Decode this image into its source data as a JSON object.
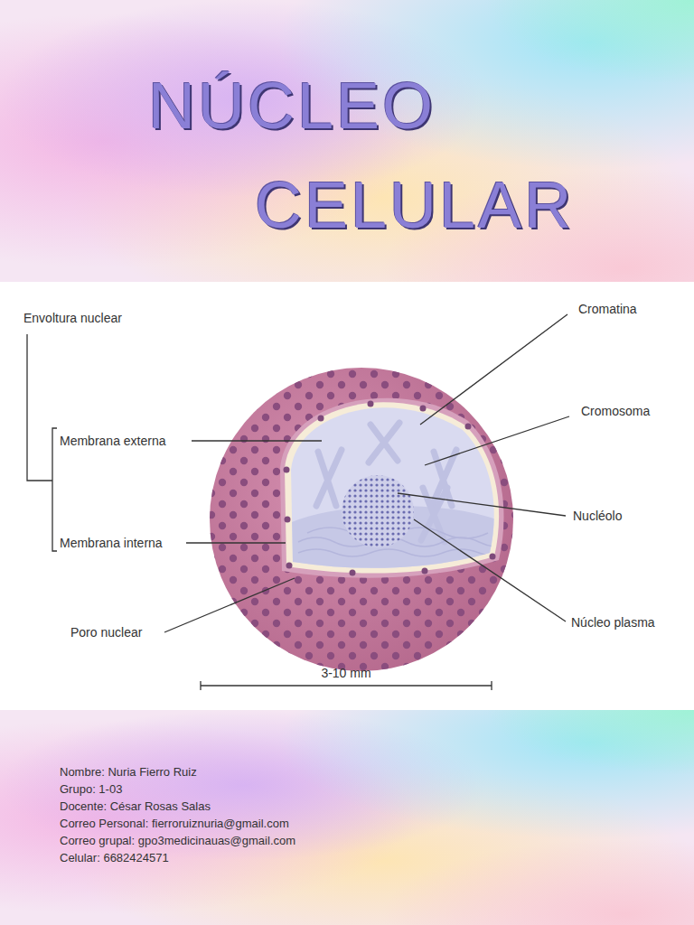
{
  "diagram": {
    "title": "NÚCLEO CELULAR",
    "labels": [
      "Envoltura nuclear",
      "Membrana externa",
      "Membrana interna",
      "Poro nuclear",
      "Cromatina",
      "Cromosoma",
      "Nucléolo",
      "Núcleo plasma",
      "3-10 mm",
      "Nombre: Nuria Fierro Ruiz",
      "Grupo: 1-03",
      "Docente: César Rosas Salas",
      "Correo Personal: fierroruiznuria@gmail.com",
      "Correo grupal: gpo3medicinauas@gmail.com",
      "Celular: 6682424571"
    ]
  }
}
